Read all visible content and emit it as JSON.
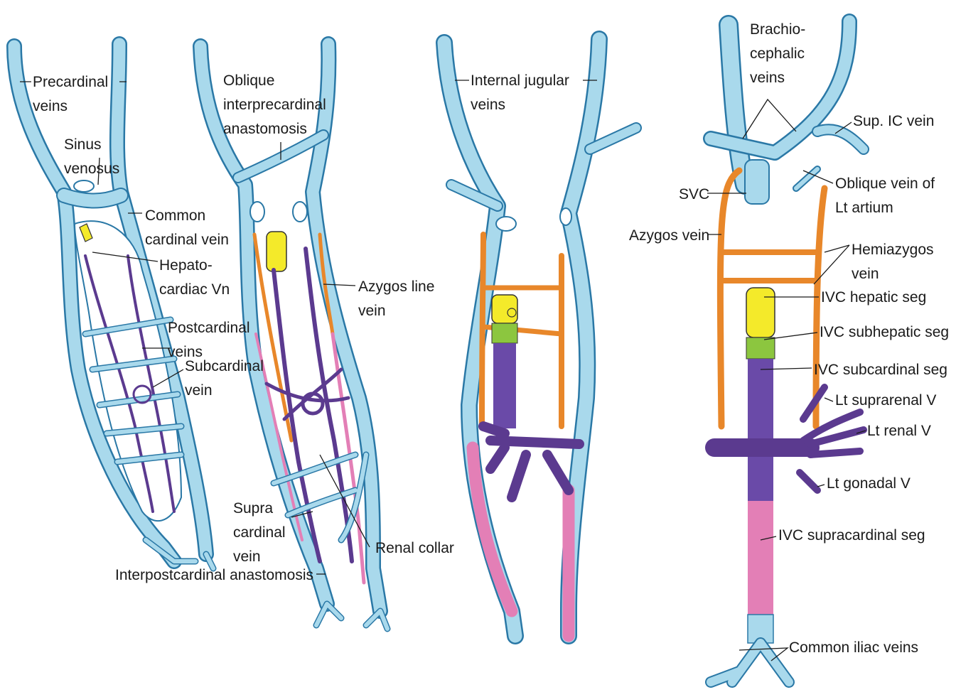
{
  "diagram": {
    "labels": {
      "precardinal_veins": "Precardinal veins",
      "sinus_venosus": "Sinus venosus",
      "common_cardinal_vein": "Common cardinal vein",
      "hepatocardiac_vn": "Hepato- cardiac Vn",
      "postcardinal_veins": "Postcardinal veins",
      "subcardinal_vein": "Subcardinal vein",
      "oblique_interprecardinal": "Oblique interprecardinal anastomosis",
      "azygos_line_vein": "Azygos line vein",
      "supracardinal_vein": "Supra cardinal vein",
      "renal_collar": "Renal collar",
      "interpostcardinal": "Interpostcardinal anastomosis",
      "internal_jugular": "Internal jugular veins",
      "brachiocephalic": "Brachio- cephalic veins",
      "sup_ic_vein": "Sup. IC vein",
      "oblique_vein_lt_atrium": "Oblique vein of Lt artium",
      "svc": "SVC",
      "azygos_vein": "Azygos vein",
      "hemiazygos_vein": "Hemiazygos vein",
      "ivc_hepatic": "IVC hepatic seg",
      "ivc_subhepatic": "IVC subhepatic seg",
      "ivc_subcardinal": "IVC subcardinal seg",
      "lt_suprarenal": "Lt suprarenal V",
      "lt_renal": "Lt renal V",
      "lt_gonadal": "Lt gonadal V",
      "ivc_supracardinal": "IVC supracardinal seg",
      "common_iliac": "Common iliac veins"
    },
    "colors": {
      "cardinal_blue": "#a9d9ec",
      "outline_blue": "#2a78a6",
      "subcardinal_purple": "#5b3a8f",
      "supracardinal_orange": "#e8872a",
      "supracardinal_pink": "#e37fb6",
      "hepatic_yellow": "#f4ea2a",
      "subhepatic_green": "#8cc63f"
    }
  }
}
